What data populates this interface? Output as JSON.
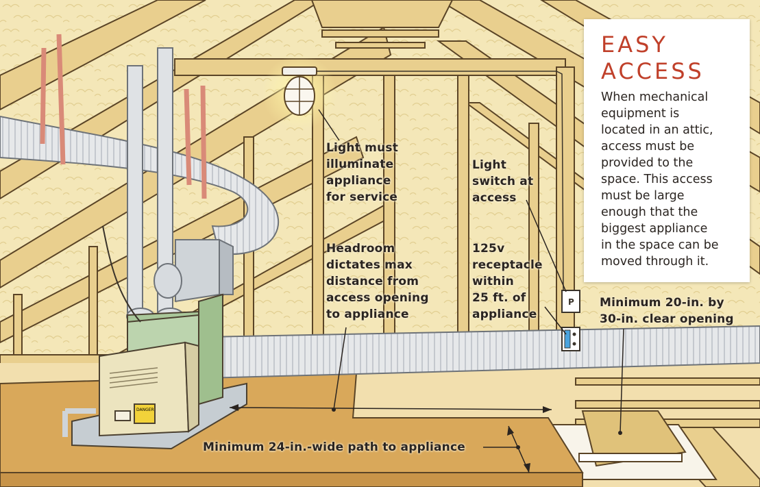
{
  "infobox": {
    "title_lines": [
      "EASY",
      "ACCESS"
    ],
    "body_lines": [
      "When mechanical",
      "equipment is",
      "located in an attic,",
      "access must be",
      "provided to the",
      "space. This access",
      "must be large",
      "enough that the",
      "biggest appliance",
      "in the space can be",
      "moved through it."
    ]
  },
  "callouts": {
    "light": [
      "Light must",
      "illuminate",
      "appliance",
      "for service"
    ],
    "switch": [
      "Light",
      "switch at",
      "access"
    ],
    "headroom": [
      "Headroom",
      "dictates max",
      "distance from",
      "access opening",
      "to appliance"
    ],
    "receptacle": [
      "125v",
      "receptacle",
      "within",
      "25 ft. of",
      "appliance"
    ],
    "opening": [
      "Minimum 20-in. by",
      "30-in. clear opening"
    ],
    "path": [
      "Minimum 24-in.-wide path to appliance"
    ]
  },
  "labels": {
    "furnace_sticker": "DANGER",
    "switch_symbol": "P"
  },
  "colors": {
    "info_title": "#c0402a",
    "insulation": "#f4e7b8",
    "lumber": "#e9cf8e",
    "plywood": "#d9a85a",
    "furnace_body": "#ece4bf",
    "furnace_plenum": "#a9c79a",
    "duct": "#e6e8ea",
    "strap": "#d98a78"
  }
}
